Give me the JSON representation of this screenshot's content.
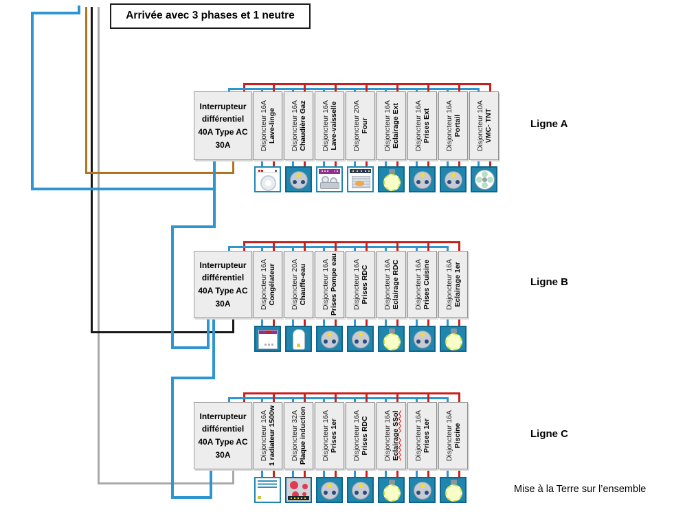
{
  "title": "Arrivée avec 3 phases et 1 neutre",
  "footer_note": "Mise à la Terre sur l’ensemble",
  "arrival_wires": [
    "neutre (bleu)",
    "phase 1 (marron)",
    "phase 2 (noir)",
    "phase 3 (gris)"
  ],
  "colors": {
    "neutral_blue": "#2d95cf",
    "phase_red": "#c9201d",
    "phase_brown": "#b0731e",
    "phase_black": "#161616",
    "phase_gray": "#a9a9a9",
    "device_teal": "#1f86ae",
    "box_fill": "#ededed"
  },
  "lines": [
    {
      "label": "Ligne A",
      "differential": [
        "Interrupteur",
        "différentiel",
        "40A Type AC",
        "30A"
      ],
      "breakers": [
        {
          "rating": "Disjoncteur 16A",
          "name": "Lave-linge",
          "icon": "washing-machine"
        },
        {
          "rating": "Disjoncteur 16A",
          "name": "Chaudière Gaz",
          "icon": "socket"
        },
        {
          "rating": "Disjoncteur 16A",
          "name": "Lave-vaisselle",
          "icon": "dishwasher"
        },
        {
          "rating": "Disjoncteur 20A",
          "name": "Four",
          "icon": "oven"
        },
        {
          "rating": "Disjoncteur 16A",
          "name": "Eclairage Ext",
          "icon": "light-bulb"
        },
        {
          "rating": "Disjoncteur 16A",
          "name": "Prises Ext",
          "icon": "socket"
        },
        {
          "rating": "Disjoncteur 16A",
          "name": "Portail",
          "icon": "socket"
        },
        {
          "rating": "Disjoncteur 10A",
          "name": "VMC- TNT",
          "icon": "fan"
        }
      ]
    },
    {
      "label": "Ligne B",
      "differential": [
        "Interrupteur",
        "différentiel",
        "40A Type AC",
        "30A"
      ],
      "breakers": [
        {
          "rating": "Disjoncteur 16A",
          "name": "Congélateur",
          "icon": "freezer"
        },
        {
          "rating": "Disjoncteur 20A",
          "name": "Chauffe-eau",
          "icon": "water-heater"
        },
        {
          "rating": "Disjoncteur 16A",
          "name": "Prises Pompe eau",
          "icon": "socket"
        },
        {
          "rating": "Disjoncteur 16A",
          "name": "Prises RDC",
          "icon": "socket"
        },
        {
          "rating": "Disjoncteur 16A",
          "name": "Eclairage RDC",
          "icon": "light-bulb"
        },
        {
          "rating": "Disjoncteur 16A",
          "name": "Prises Cuisine",
          "icon": "socket"
        },
        {
          "rating": "Disjoncteur 16A",
          "name": "Eclairage 1er",
          "icon": "light-bulb"
        }
      ]
    },
    {
      "label": "Ligne C",
      "differential": [
        "Interrupteur",
        "différentiel",
        "40A Type AC",
        "30A"
      ],
      "breakers": [
        {
          "rating": "Disjoncteur 16A",
          "name": "1 radiateur 1500w",
          "icon": "radiator"
        },
        {
          "rating": "Disjoncteur 32A",
          "name": "Plaque induction",
          "icon": "induction-hob"
        },
        {
          "rating": "Disjoncteur 16A",
          "name": "Prises 1er",
          "icon": "socket"
        },
        {
          "rating": "Disjoncteur 16A",
          "name": "Prises RDC",
          "icon": "socket"
        },
        {
          "rating": "Disjoncteur 16A",
          "name": "Eclairage SSol",
          "icon": "light-bulb",
          "misspelled_underline": true
        },
        {
          "rating": "Disjoncteur 16A",
          "name": "Prises 1er",
          "icon": "socket"
        },
        {
          "rating": "Disjoncteur 16A",
          "name": "Piscine",
          "icon": "light-bulb"
        }
      ]
    }
  ]
}
